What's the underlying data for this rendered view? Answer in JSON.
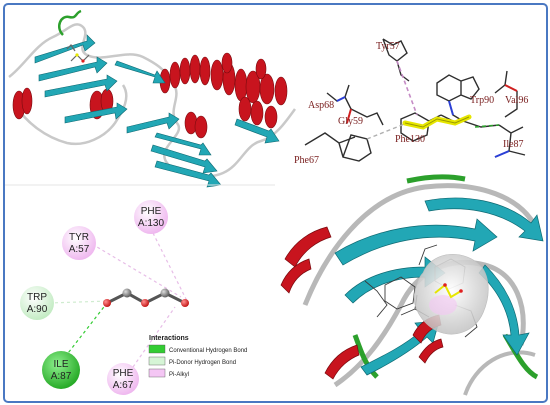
{
  "colors": {
    "frame": "#4a78c2",
    "helix": "#c8141e",
    "sheet": "#22a7b5",
    "coil": "#c9c9c9",
    "turn": "#2ca02c",
    "ligand_yellow": "#e6e600",
    "residue_label": "#7a2020",
    "conventional_hbond": "#33cc33",
    "pi_donor_hbond": "#d6f5d6",
    "pi_alkyl": "#f4c6f4",
    "carbon_atom": "#888888",
    "oxygen_atom": "#e02020",
    "surface": "#d8d8d8"
  },
  "residue_labels_3d": {
    "tyr57": "Tyr57",
    "asp68": "Asp68",
    "gly59": "Gly59",
    "phe130": "Phe130",
    "trp90": "Trp90",
    "val96": "Val96",
    "phe67": "Phe67",
    "ile87": "Ile87"
  },
  "interaction_2d": {
    "residues": [
      {
        "line1": "TYR",
        "line2": "A:57",
        "type": "pi_alkyl"
      },
      {
        "line1": "PHE",
        "line2": "A:130",
        "type": "pi_alkyl"
      },
      {
        "line1": "TRP",
        "line2": "A:90",
        "type": "pi_donor"
      },
      {
        "line1": "ILE",
        "line2": "A:87",
        "type": "conventional"
      },
      {
        "line1": "PHE",
        "line2": "A:67",
        "type": "pi_alkyl"
      }
    ]
  },
  "legend": {
    "title": "Interactions",
    "items": [
      {
        "label": "Conventional Hydrogen Bond",
        "color": "#33cc33"
      },
      {
        "label": "Pi-Donor Hydrogen Bond",
        "color": "#d6f5d6"
      },
      {
        "label": "Pi-Alkyl",
        "color": "#f4c6f4"
      }
    ]
  }
}
